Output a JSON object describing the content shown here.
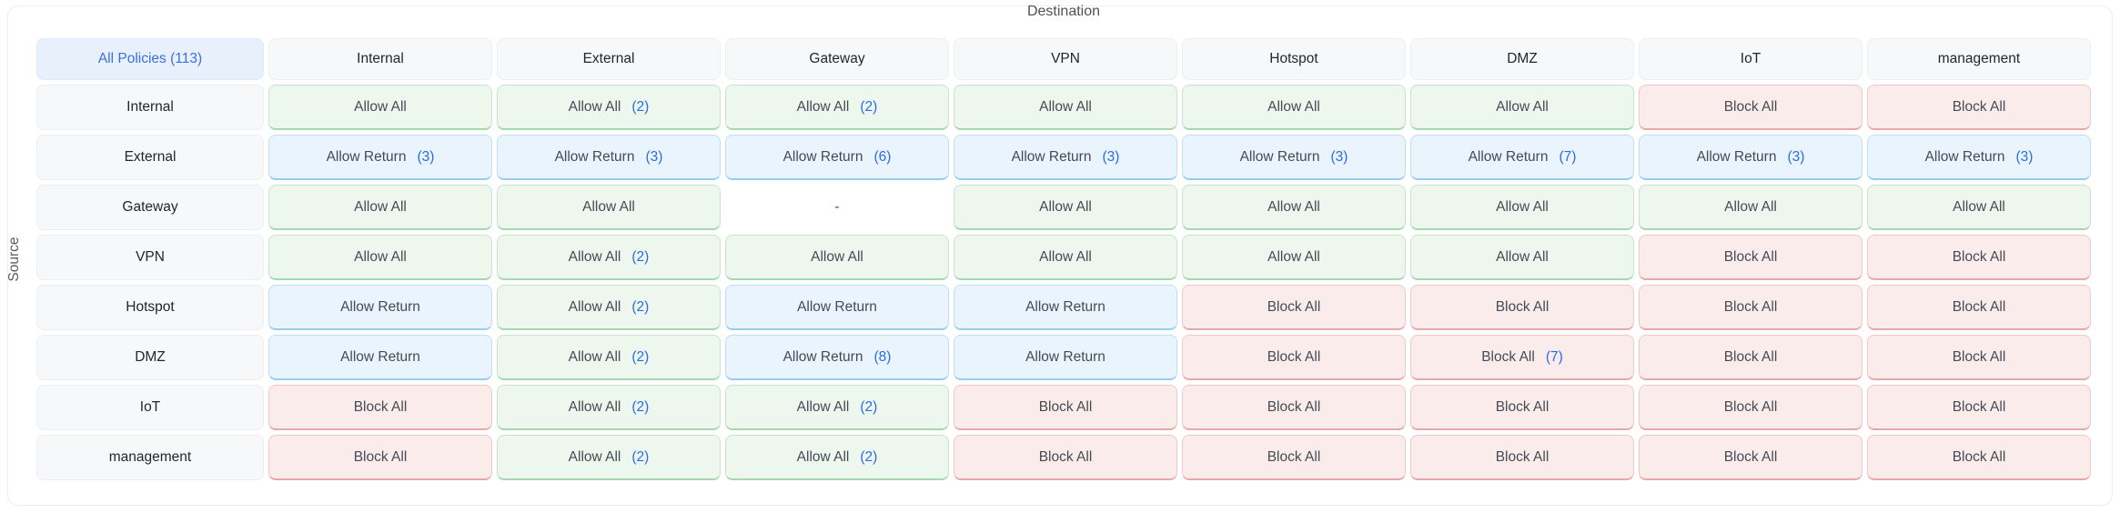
{
  "page": {
    "destination_label": "Destination",
    "source_label": "Source"
  },
  "colors": {
    "allow": {
      "bg": "#edf7ee",
      "border": "#c6e6cc",
      "edge": "#a6d8b0"
    },
    "return": {
      "bg": "#e9f4fd",
      "border": "#bddff7",
      "edge": "#98cdf2"
    },
    "block": {
      "bg": "#fbecec",
      "border": "#f2c7c7",
      "edge": "#e9a8a8"
    },
    "count_text": "#2c6be8",
    "all_policies_text": "#3a70e2"
  },
  "matrix": {
    "all_policies_label": "All Policies (113)",
    "columns": [
      "Internal",
      "External",
      "Gateway",
      "VPN",
      "Hotspot",
      "DMZ",
      "IoT",
      "management"
    ],
    "rows": [
      {
        "source": "Internal",
        "cells": [
          {
            "label": "Allow All",
            "type": "allow"
          },
          {
            "label": "Allow All",
            "count": "(2)",
            "type": "allow"
          },
          {
            "label": "Allow All",
            "count": "(2)",
            "type": "allow"
          },
          {
            "label": "Allow All",
            "type": "allow"
          },
          {
            "label": "Allow All",
            "type": "allow"
          },
          {
            "label": "Allow All",
            "type": "allow"
          },
          {
            "label": "Block All",
            "type": "block"
          },
          {
            "label": "Block All",
            "type": "block"
          }
        ]
      },
      {
        "source": "External",
        "cells": [
          {
            "label": "Allow Return",
            "count": "(3)",
            "type": "return"
          },
          {
            "label": "Allow Return",
            "count": "(3)",
            "type": "return"
          },
          {
            "label": "Allow Return",
            "count": "(6)",
            "type": "return"
          },
          {
            "label": "Allow Return",
            "count": "(3)",
            "type": "return"
          },
          {
            "label": "Allow Return",
            "count": "(3)",
            "type": "return"
          },
          {
            "label": "Allow Return",
            "count": "(7)",
            "type": "return"
          },
          {
            "label": "Allow Return",
            "count": "(3)",
            "type": "return"
          },
          {
            "label": "Allow Return",
            "count": "(3)",
            "type": "return"
          }
        ]
      },
      {
        "source": "Gateway",
        "cells": [
          {
            "label": "Allow All",
            "type": "allow"
          },
          {
            "label": "Allow All",
            "type": "allow"
          },
          {
            "label": "-",
            "type": "none"
          },
          {
            "label": "Allow All",
            "type": "allow"
          },
          {
            "label": "Allow All",
            "type": "allow"
          },
          {
            "label": "Allow All",
            "type": "allow"
          },
          {
            "label": "Allow All",
            "type": "allow"
          },
          {
            "label": "Allow All",
            "type": "allow"
          }
        ]
      },
      {
        "source": "VPN",
        "cells": [
          {
            "label": "Allow All",
            "type": "allow"
          },
          {
            "label": "Allow All",
            "count": "(2)",
            "type": "allow"
          },
          {
            "label": "Allow All",
            "type": "allow"
          },
          {
            "label": "Allow All",
            "type": "allow"
          },
          {
            "label": "Allow All",
            "type": "allow"
          },
          {
            "label": "Allow All",
            "type": "allow"
          },
          {
            "label": "Block All",
            "type": "block"
          },
          {
            "label": "Block All",
            "type": "block"
          }
        ]
      },
      {
        "source": "Hotspot",
        "cells": [
          {
            "label": "Allow Return",
            "type": "return"
          },
          {
            "label": "Allow All",
            "count": "(2)",
            "type": "allow"
          },
          {
            "label": "Allow Return",
            "type": "return"
          },
          {
            "label": "Allow Return",
            "type": "return"
          },
          {
            "label": "Block All",
            "type": "block"
          },
          {
            "label": "Block All",
            "type": "block"
          },
          {
            "label": "Block All",
            "type": "block"
          },
          {
            "label": "Block All",
            "type": "block"
          }
        ]
      },
      {
        "source": "DMZ",
        "cells": [
          {
            "label": "Allow Return",
            "type": "return"
          },
          {
            "label": "Allow All",
            "count": "(2)",
            "type": "allow"
          },
          {
            "label": "Allow Return",
            "count": "(8)",
            "type": "return"
          },
          {
            "label": "Allow Return",
            "type": "return"
          },
          {
            "label": "Block All",
            "type": "block"
          },
          {
            "label": "Block All",
            "count": "(7)",
            "type": "block"
          },
          {
            "label": "Block All",
            "type": "block"
          },
          {
            "label": "Block All",
            "type": "block"
          }
        ]
      },
      {
        "source": "IoT",
        "cells": [
          {
            "label": "Block All",
            "type": "block"
          },
          {
            "label": "Allow All",
            "count": "(2)",
            "type": "allow"
          },
          {
            "label": "Allow All",
            "count": "(2)",
            "type": "allow"
          },
          {
            "label": "Block All",
            "type": "block"
          },
          {
            "label": "Block All",
            "type": "block"
          },
          {
            "label": "Block All",
            "type": "block"
          },
          {
            "label": "Block All",
            "type": "block"
          },
          {
            "label": "Block All",
            "type": "block"
          }
        ]
      },
      {
        "source": "management",
        "cells": [
          {
            "label": "Block All",
            "type": "block"
          },
          {
            "label": "Allow All",
            "count": "(2)",
            "type": "allow"
          },
          {
            "label": "Allow All",
            "count": "(2)",
            "type": "allow"
          },
          {
            "label": "Block All",
            "type": "block"
          },
          {
            "label": "Block All",
            "type": "block"
          },
          {
            "label": "Block All",
            "type": "block"
          },
          {
            "label": "Block All",
            "type": "block"
          },
          {
            "label": "Block All",
            "type": "block"
          }
        ]
      }
    ]
  }
}
